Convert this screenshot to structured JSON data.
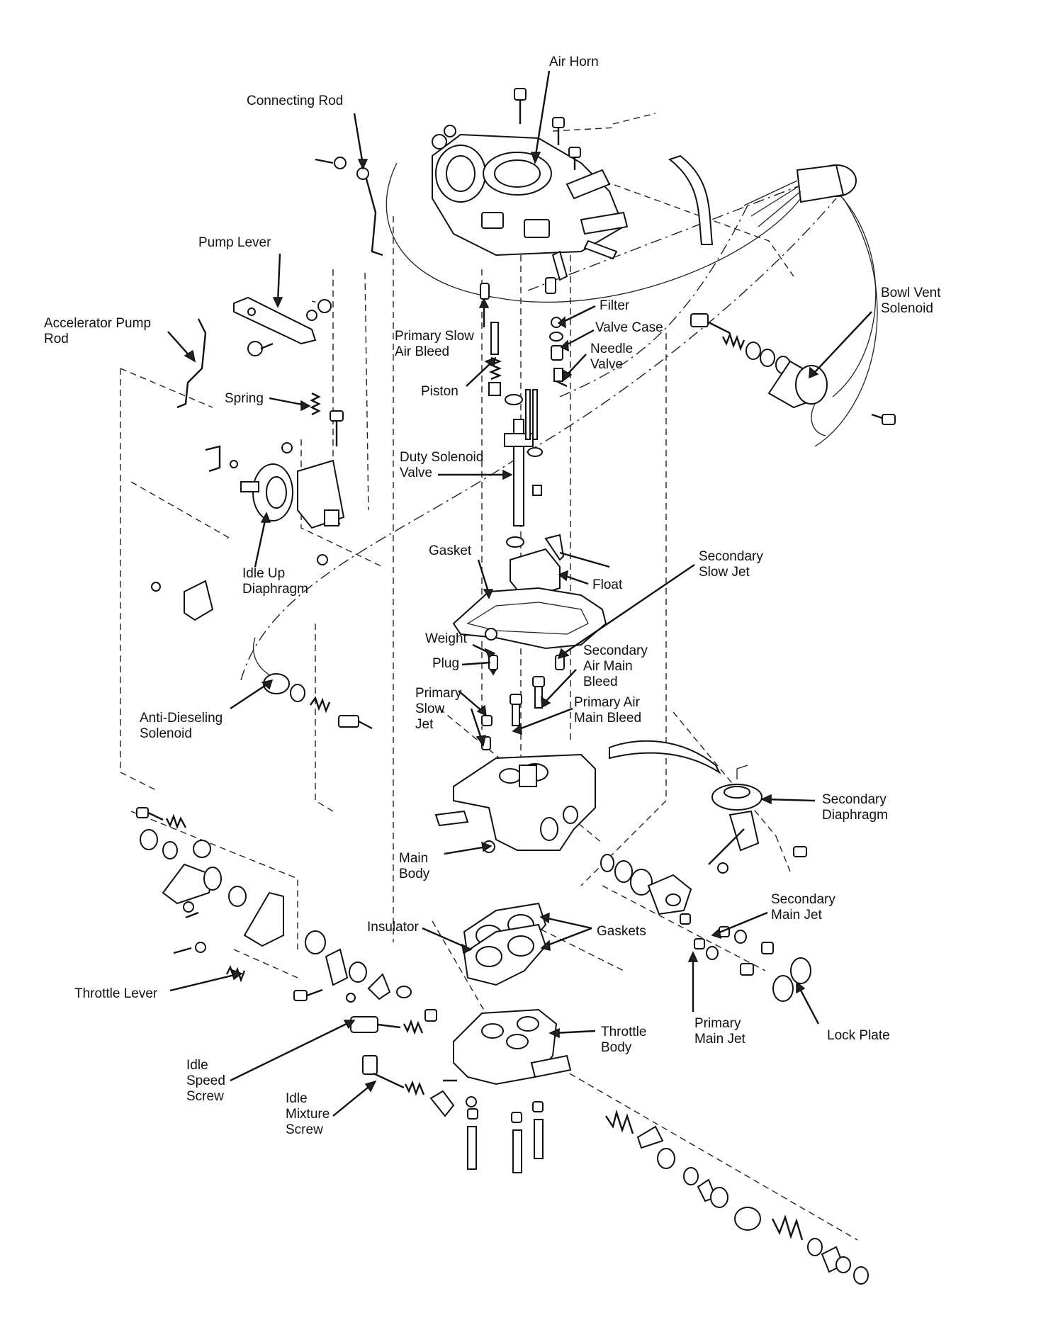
{
  "labels": {
    "air_horn": "Air Horn",
    "connecting_rod": "Connecting Rod",
    "pump_lever": "Pump Lever",
    "accelerator_pump_rod": [
      "Accelerator Pump",
      "Rod"
    ],
    "bowl_vent_solenoid": [
      "Bowl Vent",
      "Solenoid"
    ],
    "filter": "Filter",
    "valve_case": "Valve Case",
    "needle_valve": [
      "Needle",
      "Valve"
    ],
    "primary_slow_air_bleed": [
      "Primary Slow",
      "Air Bleed"
    ],
    "piston": "Piston",
    "spring": "Spring",
    "duty_solenoid_valve": [
      "Duty Solenoid",
      "Valve"
    ],
    "idle_up_diaphragm": [
      "Idle Up",
      "Diaphragm"
    ],
    "gasket": "Gasket",
    "float": "Float",
    "secondary_slow_jet": [
      "Secondary",
      "Slow Jet"
    ],
    "weight": "Weight",
    "plug": "Plug",
    "secondary_air_main_bleed": [
      "Secondary",
      "Air Main",
      "Bleed"
    ],
    "primary_slow_jet": [
      "Primary",
      "Slow",
      "Jet"
    ],
    "primary_air_main_bleed": [
      "Primary Air",
      "Main Bleed"
    ],
    "anti_dieseling_solenoid": [
      "Anti-Dieseling",
      "Solenoid"
    ],
    "secondary_diaphragm": [
      "Secondary",
      "Diaphragm"
    ],
    "main_body": [
      "Main",
      "Body"
    ],
    "secondary_main_jet": [
      "Secondary",
      "Main Jet"
    ],
    "insulator": "Insulator",
    "gaskets": "Gaskets",
    "throttle_lever": "Throttle Lever",
    "throttle_body": [
      "Throttle",
      "Body"
    ],
    "primary_main_jet": [
      "Primary",
      "Main Jet"
    ],
    "lock_plate": "Lock Plate",
    "idle_speed_screw": [
      "Idle",
      "Speed",
      "Screw"
    ],
    "idle_mixture_screw": [
      "Idle",
      "Mixture",
      "Screw"
    ]
  }
}
